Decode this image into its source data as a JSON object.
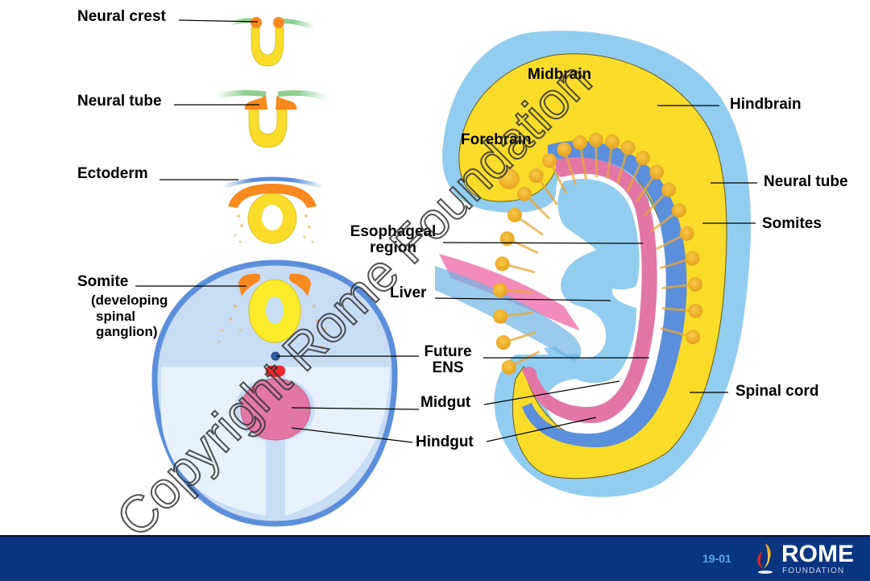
{
  "cross_sections": {
    "labels": {
      "neural_crest": "Neural crest",
      "neural_tube": "Neural tube",
      "ectoderm": "Ectoderm",
      "somite": "Somite",
      "somite_note_1": "(developing",
      "somite_note_2": "spinal",
      "somite_note_3": "ganglion)"
    }
  },
  "center_labels": {
    "esophageal_1": "Esophageal",
    "esophageal_2": "region",
    "liver": "Liver",
    "future_1": "Future",
    "future_2": "ENS",
    "midgut": "Midgut",
    "hindgut": "Hindgut"
  },
  "embryo_labels": {
    "midbrain": "Midbrain",
    "forebrain": "Forebrain",
    "hindbrain": "Hindbrain",
    "neural_tube": "Neural tube",
    "somites": "Somites",
    "spinal_cord": "Spinal cord"
  },
  "watermark": "Copyright Rome Foundation",
  "footer": {
    "slide_number": "19-01",
    "logo_main": "ROME",
    "logo_sub": "FOUNDATION"
  },
  "colors": {
    "neural_yellow": "#f9dc2a",
    "crest_orange": "#f7891e",
    "ectoderm_green": "#8fcf94",
    "skin_blue": "#92cdf0",
    "gut_pink": "#e277a6",
    "ens_blue": "#5b8fdb",
    "footer_navy": "#0a3580"
  }
}
